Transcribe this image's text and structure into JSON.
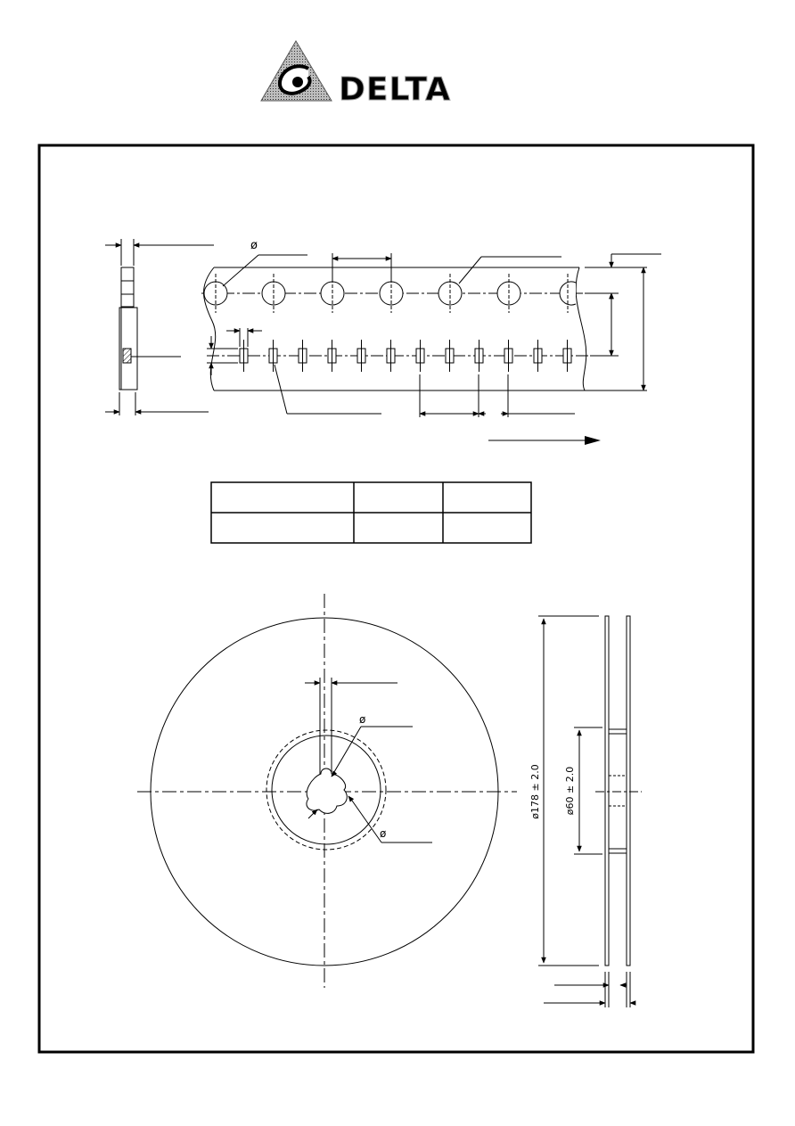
{
  "header": {
    "brand_text": "DELTA",
    "logo_icon": "delta-triangle-logo-icon"
  },
  "tape": {
    "phi_hole": "ø",
    "tape_direction_icon": "arrow-right-icon"
  },
  "reel": {
    "phi_hub": "ø",
    "phi_arbor": "ø",
    "outer_dim": "ø178 ± 2.0",
    "hub_dim": "ø60 ± 2.0"
  },
  "spec_table": {
    "rows": [
      [
        "",
        "",
        ""
      ],
      [
        "",
        "",
        ""
      ]
    ]
  }
}
